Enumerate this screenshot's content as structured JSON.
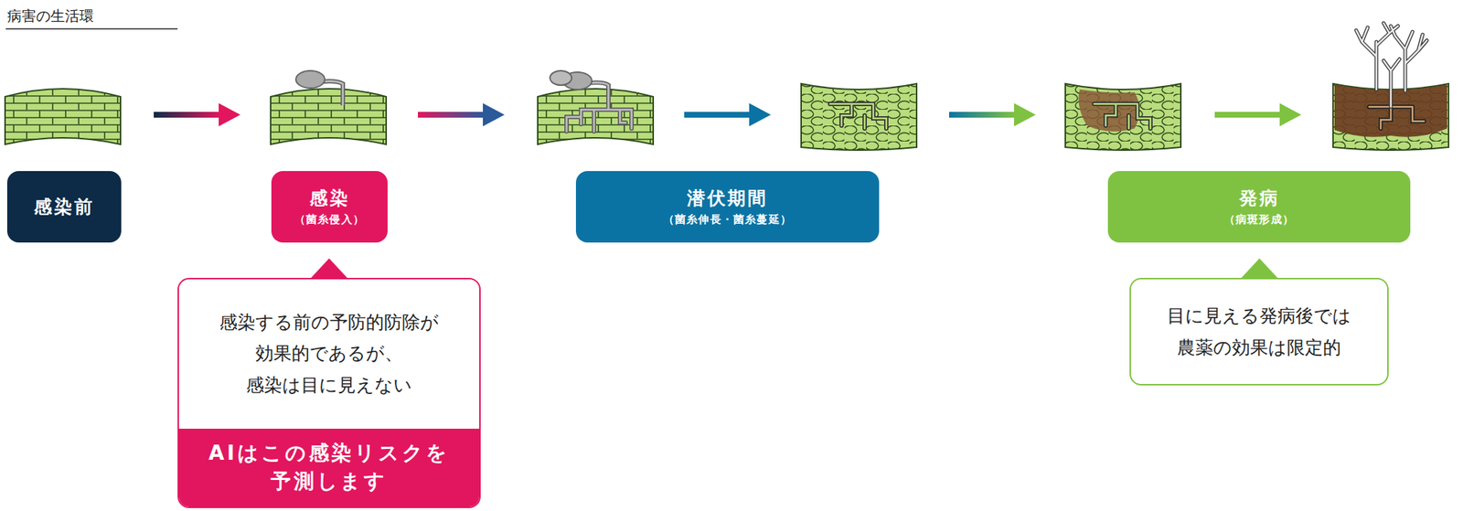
{
  "diagram": {
    "title": "病害の生活環",
    "nodes": [
      {
        "text": [
          "感染前"
        ]
      },
      {
        "text": [
          "感染",
          "（菌糸侵入）"
        ]
      },
      {
        "text": [
          "感染する前の予防的防除が 効果的であるが、 感染は目に見えない",
          "AIはこの感染リスクを 予測します"
        ]
      },
      {
        "text": [
          "潜伏期間",
          "（菌糸伸長・菌糸蔓延）"
        ]
      },
      {
        "text": [
          "発病",
          "（病斑形成）"
        ]
      },
      {
        "text": [
          "目に見える発病後では 農薬の効果は限定的"
        ]
      }
    ]
  }
}
